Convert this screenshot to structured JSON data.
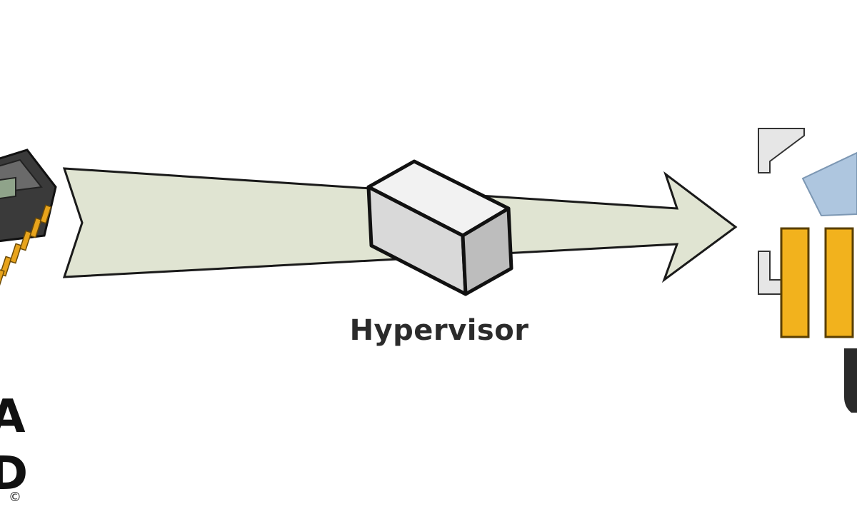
{
  "labels": {
    "hypervisor": "Hypervisor",
    "left_cutoff_1": "A",
    "left_cutoff_2": "D"
  },
  "copyright": "©",
  "colors": {
    "arrow_fill": "#e0e4d2",
    "arrow_stroke": "#1a1a1a",
    "cube_light": "#f2f2f2",
    "cube_mid": "#d9d9d9",
    "cube_dark": "#bdbdbd",
    "chip_body": "#3a3a3a",
    "chip_pins": "#e8a41c",
    "bar_yellow": "#f2b21d",
    "panel_blue": "#aec6df"
  },
  "icons": {
    "cpu_chip": "cpu-chip-icon",
    "hypervisor_cube": "cube-icon",
    "virtual_machine": "virtual-machine-icon"
  }
}
